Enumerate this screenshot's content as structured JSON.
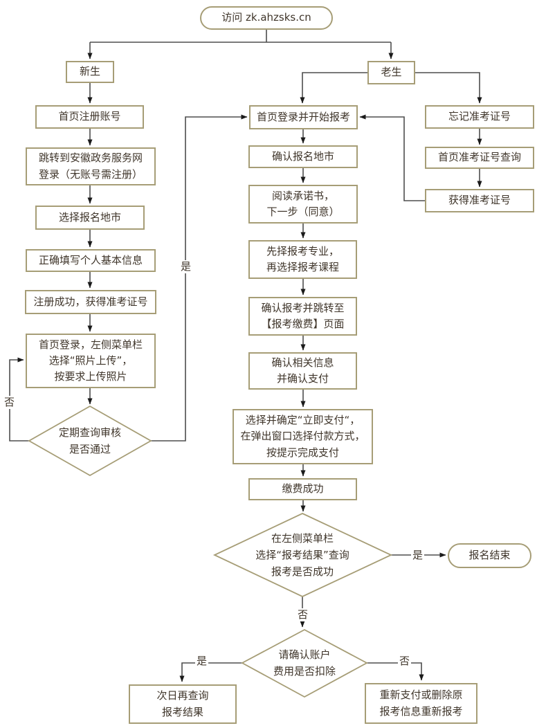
{
  "colors": {
    "box_border": "#a69d76",
    "text": "#3f352a",
    "line": "#4d4d4d"
  },
  "nodes": {
    "start": "访问 zk.ahzsks.cn",
    "new_student": "新生",
    "old_student": "老生",
    "register_account": "首页注册账号",
    "jump_gov_login": "跳转到安徽政务服务网\n登录（无账号需注册）",
    "select_city": "选择报名地市",
    "fill_basic_info": "正确填写个人基本信息",
    "register_success": "注册成功，获得准考证号",
    "upload_photo": "首页登录，左侧菜单栏\n选择“照片上传”，\n按要求上传照片",
    "audit_check": "定期查询审核\n是否通过",
    "login_start_apply": "首页登录并开始报考",
    "confirm_city": "确认报名地市",
    "read_promise": "阅读承诺书，\n下一步（同意）",
    "choose_major_course": "先择报考专业，\n再选择报考课程",
    "confirm_jump_pay": "确认报考并跳转至\n【报考缴费】页面",
    "confirm_info_pay": "确认相关信息\n并确认支付",
    "pay_now": "选择并确定“立即支付“，\n在弹出窗口选择付款方式，\n按提示完成支付",
    "pay_success": "缴费成功",
    "result_check": "在左侧菜单栏\n选择“报考结果”查询\n报考是否成功",
    "finish": "报名结束",
    "fee_check": "请确认账户\n费用是否扣除",
    "query_next_day": "次日再查询\n报考结果",
    "repay_or_delete": "重新支付或删除原\n报考信息重新报考",
    "forgot_ticket": "忘记准考证号",
    "ticket_query": "首页准考证号查询",
    "got_ticket": "获得准考证号"
  },
  "edge_labels": {
    "audit_no": "否",
    "audit_yes": "是",
    "result_yes": "是",
    "result_no": "否",
    "fee_yes": "是",
    "fee_no": "否"
  }
}
